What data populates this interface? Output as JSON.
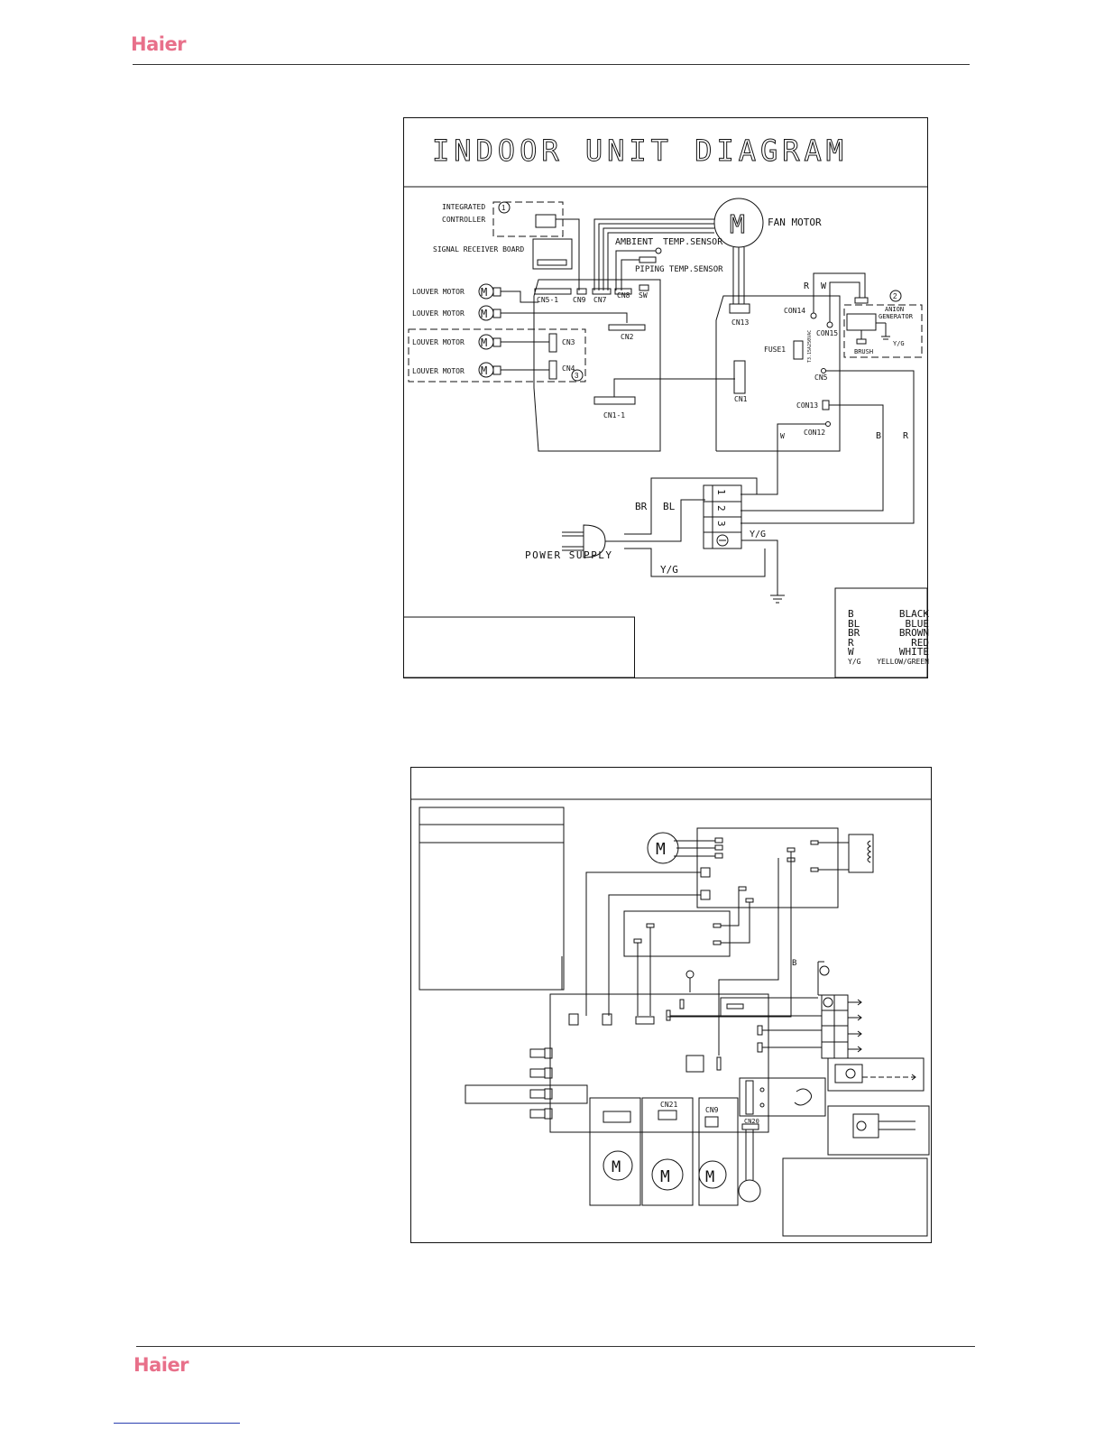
{
  "header": {
    "logo": "Haier"
  },
  "footer": {
    "logo": "Haier"
  },
  "diagram1": {
    "title": "INDOOR UNIT DIAGRAM",
    "labels": {
      "integrated": "INTEGRATED",
      "controller": "CONTROLLER",
      "integrated_num": "1",
      "signal_board": "SIGNAL RECEIVER BOARD",
      "fan_motor": "FAN MOTOR",
      "ambient": "AMBIENT",
      "temp_sensor": "TEMP.SENSOR",
      "piping": "PIPING TEMP.SENSOR",
      "louver_motor": "LOUVER MOTOR",
      "cn5_1": "CN5-1",
      "cn9": "CN9",
      "cn7": "CN7",
      "cn8": "CN8",
      "sw": "SW",
      "cn2": "CN2",
      "cn3": "CN3",
      "cn4": "CN4",
      "cn4_num": "3",
      "cn1_1": "CN1-1",
      "cn13": "CN13",
      "con14": "CON14",
      "con15": "CON15",
      "fuse1": "FUSE1",
      "fuse_rating": "T3.15A250VAC",
      "cn5": "CN5",
      "cn1": "CN1",
      "con13": "CON13",
      "con12": "CON12",
      "anion_num": "2",
      "anion": "ANION",
      "generator": "GENERATOR",
      "brush": "BRUSH",
      "yg_small": "Y/G",
      "r": "R",
      "w": "W",
      "b": "B",
      "br": "BR",
      "bl": "BL",
      "yg": "Y/G",
      "t1": "1",
      "t2": "2",
      "t3": "3",
      "power_supply": "POWER SUPPLY",
      "motor_m": "M"
    },
    "legend": [
      {
        "code": "B",
        "name": "BLACK"
      },
      {
        "code": "BL",
        "name": "BLUE"
      },
      {
        "code": "BR",
        "name": "BROWN"
      },
      {
        "code": "R",
        "name": "RED"
      },
      {
        "code": "W",
        "name": "WHITE"
      },
      {
        "code": "Y/G",
        "name": "YELLOW/GREEN"
      }
    ]
  },
  "diagram2": {
    "labels": {
      "motor_m": "M",
      "b": "B",
      "cn21": "CN21",
      "cn9": "CN9",
      "cn20": "CN20"
    }
  }
}
